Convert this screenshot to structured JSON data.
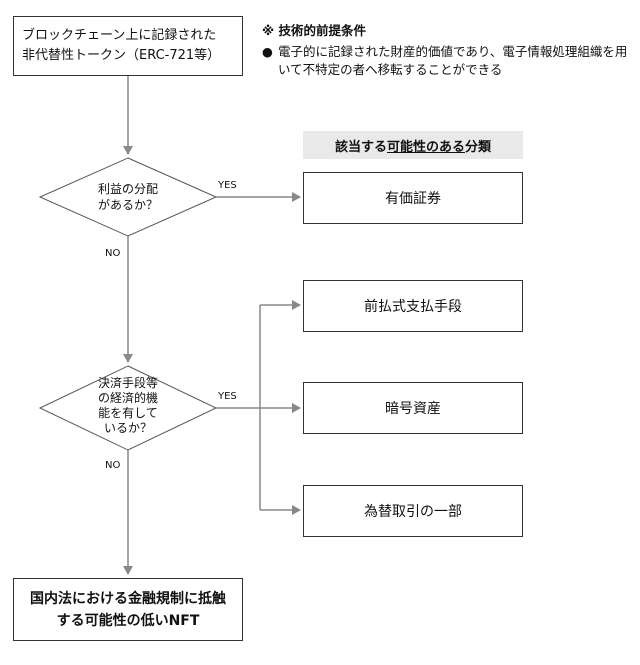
{
  "start_node": {
    "line1": "ブロックチェーン上に記録された",
    "line2": "非代替性トークン（ERC-721等）"
  },
  "note": {
    "title": "※ 技術的前提条件",
    "bullet": "●",
    "body": "電子的に記録された財産的価値であり、電子情報処理組織を用いて不特定の者へ移転することができる"
  },
  "decision1": {
    "line1": "利益の分配",
    "line2": "があるか？"
  },
  "decision2": {
    "line1": "決済手段等",
    "line2": "の経済的機",
    "line3": "能を有して",
    "line4": "いるか？"
  },
  "header": {
    "part1": "該当する",
    "part2": "可能性のある",
    "part3": "分類"
  },
  "categories": {
    "securities": "有価証券",
    "prepaid": "前払式支払手段",
    "crypto": "暗号資産",
    "exchange": "為替取引の一部"
  },
  "labels": {
    "yes1": "YES",
    "no1": "NO",
    "yes2": "YES",
    "no2": "NO"
  },
  "final_node": {
    "line1": "国内法における金融規制に抵触",
    "line2": "する可能性の低いNFT"
  }
}
